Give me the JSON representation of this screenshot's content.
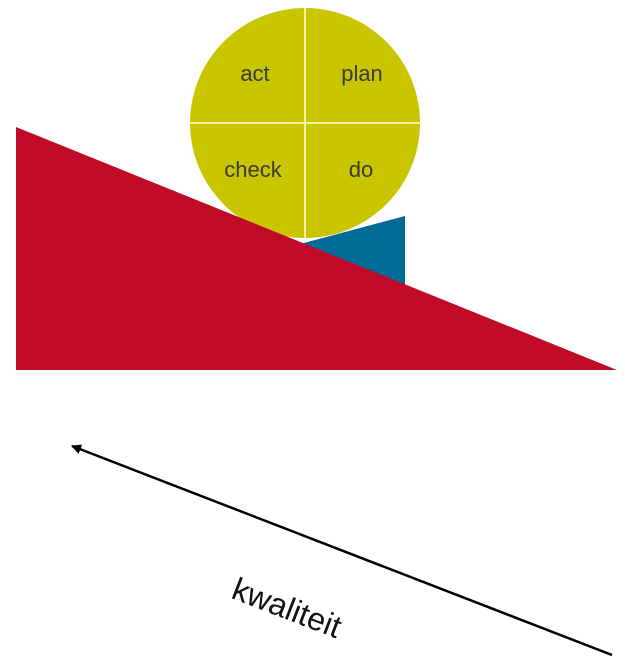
{
  "cycle": {
    "quadrants": {
      "top_left": "act",
      "top_right": "plan",
      "bottom_left": "check",
      "bottom_right": "do"
    }
  },
  "arrow": {
    "label": "kwaliteit"
  },
  "colors": {
    "slope": "#c00b28",
    "wheel": "#c9c600",
    "wedge": "#006b96",
    "divider": "#f2f0a8",
    "arrow": "#000000"
  }
}
